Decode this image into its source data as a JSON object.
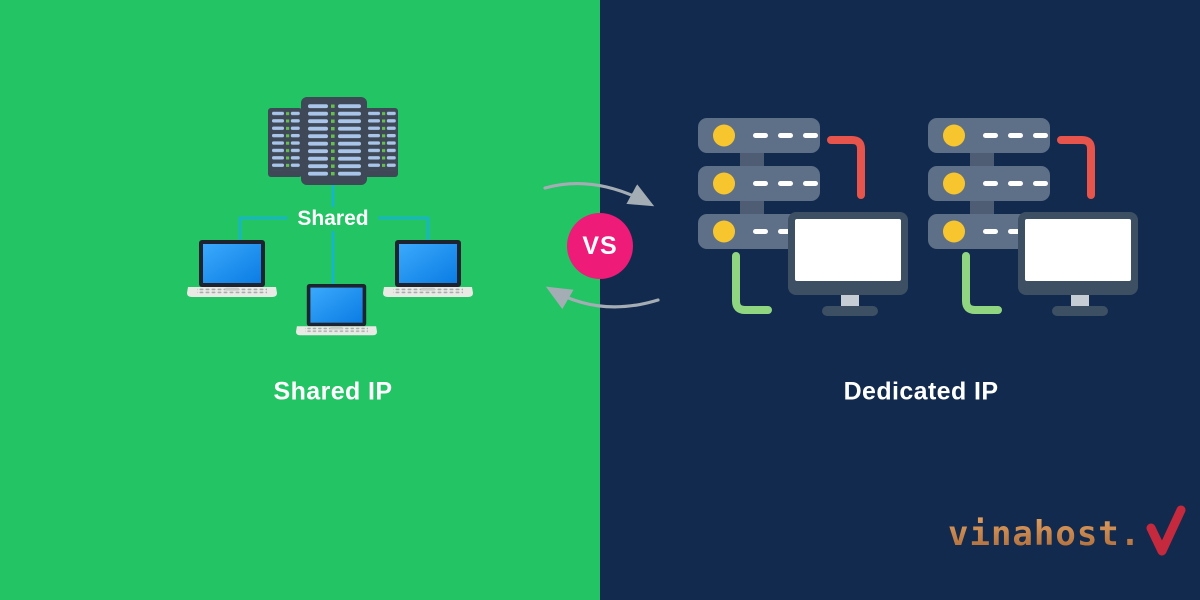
{
  "left_section": {
    "heading": "Shared IP",
    "connector_label": "Shared"
  },
  "right_section": {
    "heading": "Dedicated IP"
  },
  "vs_badge": {
    "label": "VS"
  },
  "branding": {
    "logo_text": "vinahost."
  },
  "colors": {
    "green_bg": "#22c464",
    "navy_bg": "#112a4d",
    "teal_line": "#16b4d4",
    "vs_pink": "#ee1b79",
    "arrow_gray": "#a4acb4",
    "rack_dark": "#3f4856",
    "rack_bar": "#a9c6ea",
    "rack_dot": "#66bf4d",
    "server_unit": "#5e6f88",
    "server_tab": "#4e5d74",
    "led_yellow": "#f7c62f",
    "red_line": "#e6544b",
    "green_line": "#90d57f",
    "monitor_frame": "#3c4f63",
    "monitor_neck": "#c6cdd5",
    "laptop_bezel": "#1d2430",
    "laptop_screen_top": "#3aa9fc",
    "laptop_screen_bottom": "#0b7ce4",
    "laptop_base": "#e9eae6",
    "logo_top": "#dd9c5e",
    "logo_bottom": "#a86636",
    "logo_check": "#c5293d"
  }
}
